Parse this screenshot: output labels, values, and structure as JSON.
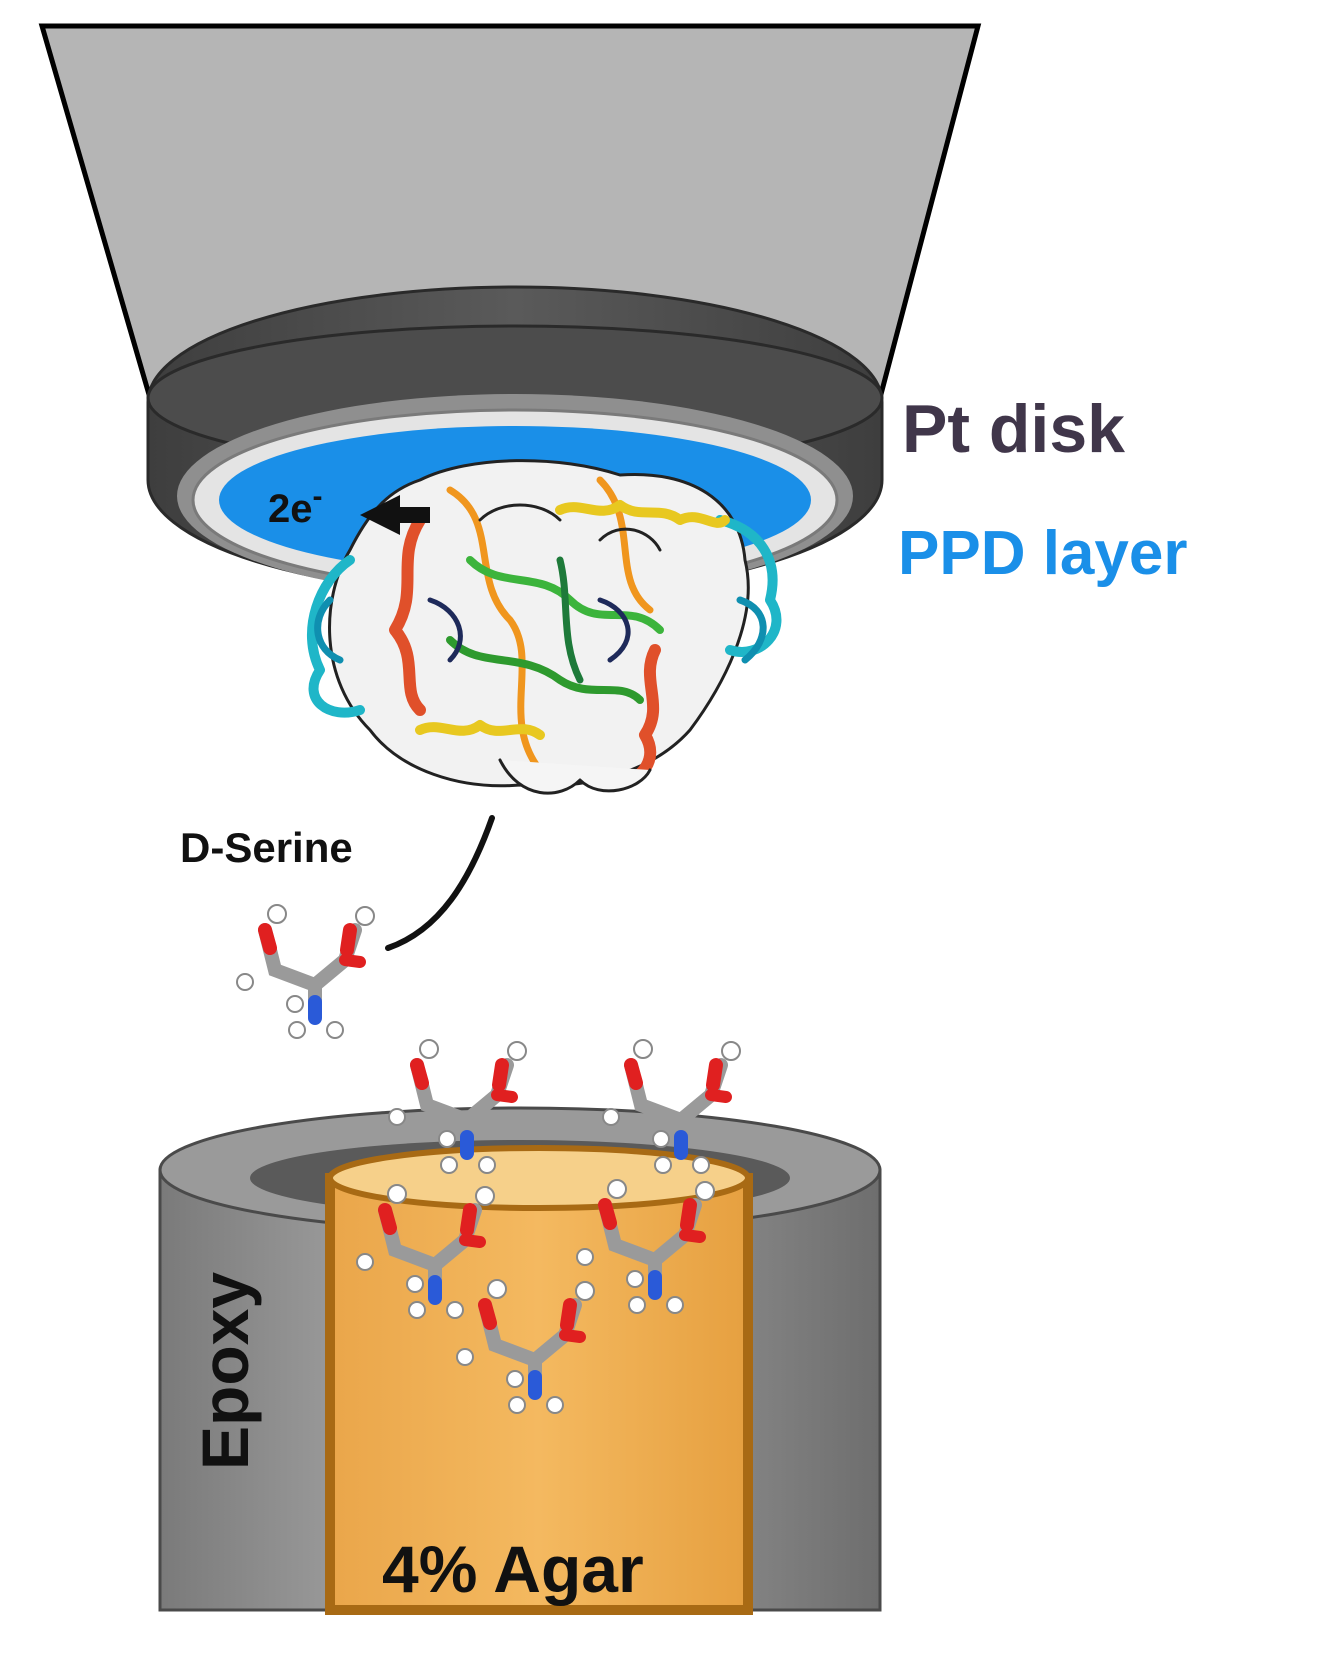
{
  "labels": {
    "pt_disk": "Pt disk",
    "ppd_layer": "PPD layer",
    "electrons": "2e",
    "electron_superscript": "-",
    "analyte": "D-Serine",
    "housing": "Epoxy",
    "gel": "4% Agar"
  },
  "colors": {
    "electrode_body": "#b8b8b8",
    "pt_rim": "#4a4a4a",
    "ppd_layer": "#1a8fe8",
    "label_pt": "#40364a",
    "label_ppd": "#1a8fe8",
    "agar": "#f0b259",
    "agar_edge": "#a86a14",
    "epoxy": "#8a8a8a",
    "oxygen": "#e02020",
    "nitrogen": "#2a5ad8",
    "carbon": "#a8a8a8",
    "hydrogen": "#ffffff"
  },
  "icons": [
    "enzyme-protein-icon",
    "d-serine-molecule-icon",
    "electron-arrow-icon"
  ]
}
